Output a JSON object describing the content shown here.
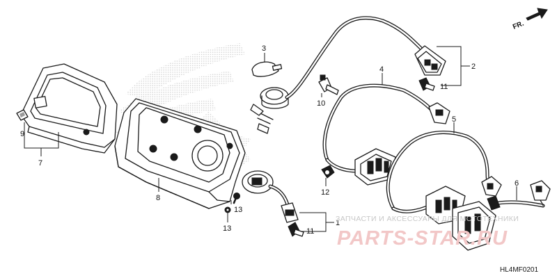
{
  "callouts": {
    "c1": "1",
    "c2": "2",
    "c3": "3",
    "c4": "4",
    "c5": "5",
    "c6": "6",
    "c7": "7",
    "c8": "8",
    "c9": "9",
    "c10": "10",
    "c11a": "11",
    "c11b": "11",
    "c12": "12",
    "c13a": "13",
    "c13b": "13"
  },
  "direction_label": "FR.",
  "diagram_code": "HL4MF0201",
  "watermark": {
    "line1": "ЗАПЧАСТИ И АКСЕССУАРЫ ДЛЯ МОТОТЕХНИКИ",
    "line2": "PARTS-STAR.RU"
  },
  "colors": {
    "line": "#1a1a1a",
    "background": "#ffffff",
    "watermark_red": "#f2c7c7",
    "watermark_gray": "#c7c7c7",
    "logo_dots": "#cfcfcf"
  }
}
